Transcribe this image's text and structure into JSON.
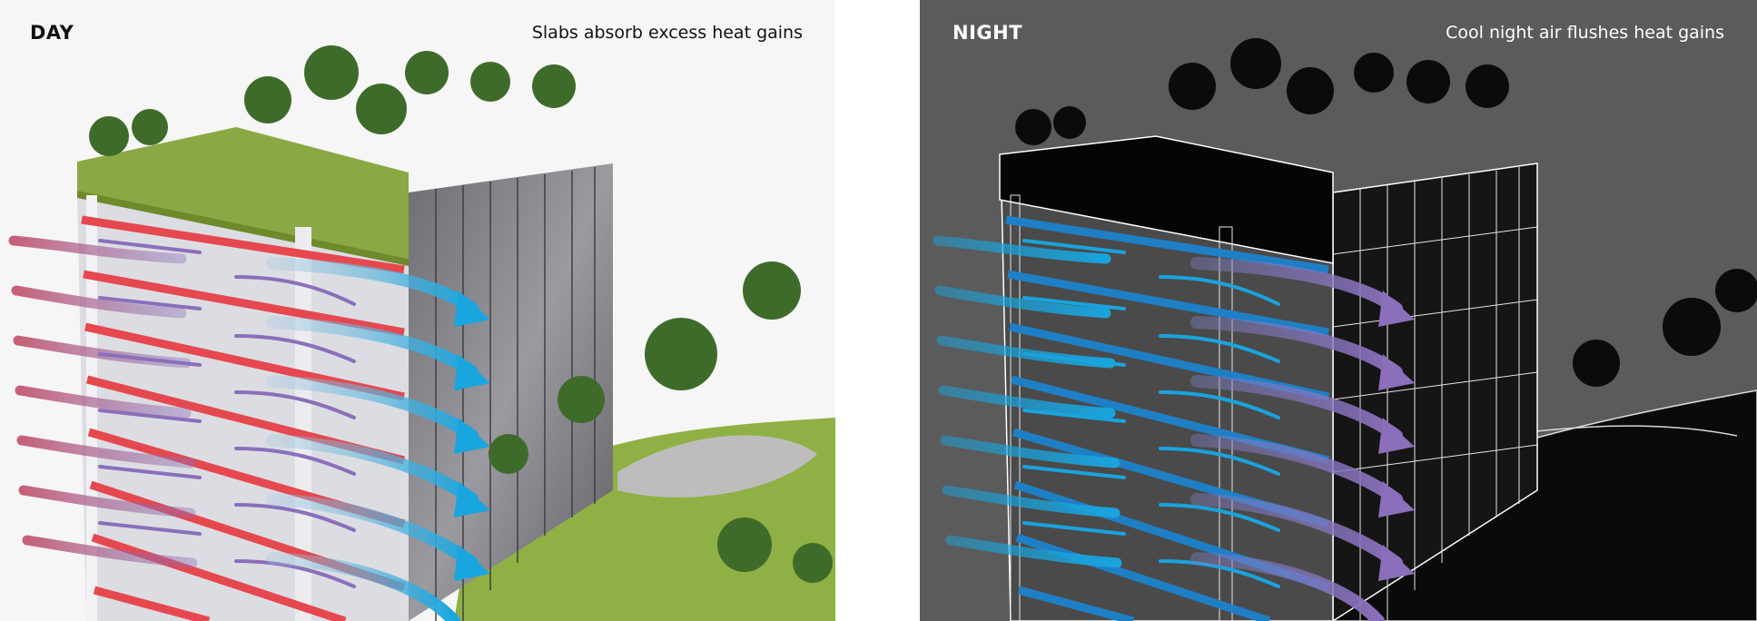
{
  "panels": {
    "day": {
      "heading": "DAY",
      "caption": "Slabs absorb excess heat gains"
    },
    "night": {
      "heading": "NIGHT",
      "caption": "Cool night air flushes heat gains"
    }
  },
  "colors": {
    "day_background": "#f6f6f6",
    "night_background": "#5b5b5b",
    "heated_slab": "#e5484f",
    "cool_air": "#1aa3dc",
    "warm_air": "#8b6fba",
    "cooled_slab": "#1f7fc4",
    "green_roof": "#7a9a3a"
  },
  "icons": {
    "airflow_arrow": "curved-arrow-icon",
    "tree": "tree-icon"
  }
}
